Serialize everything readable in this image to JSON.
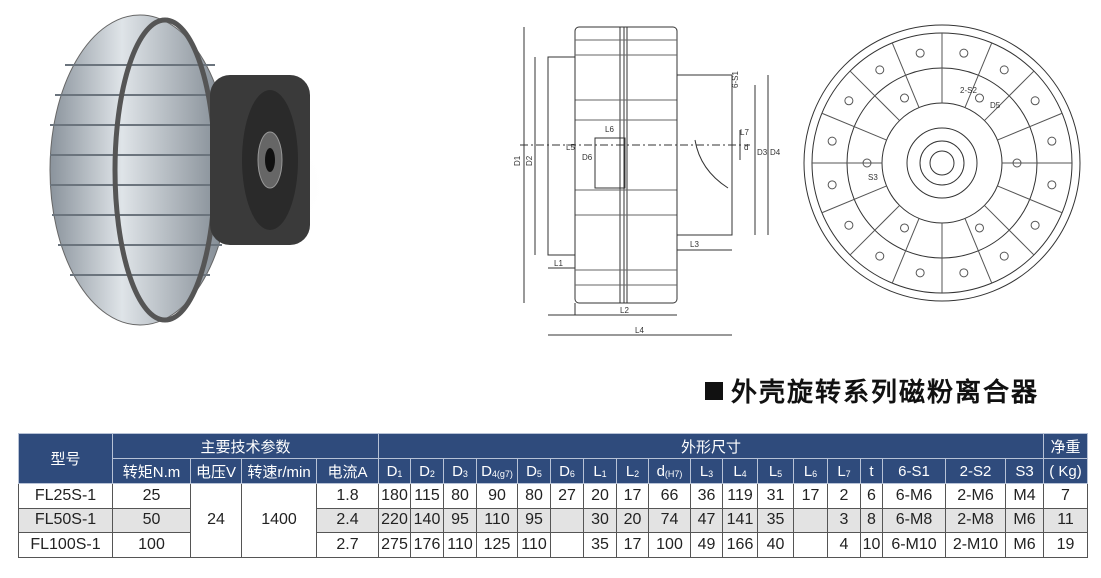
{
  "product_title": "外壳旋转系列磁粉离合器",
  "drawing_labels": {
    "side": [
      "D1",
      "D2",
      "D6",
      "L5",
      "L6",
      "L1",
      "L2",
      "L3",
      "L4",
      "L7",
      "6-S1",
      "d",
      "D3",
      "D4"
    ],
    "front": [
      "2-S2",
      "D5",
      "S3"
    ]
  },
  "table": {
    "group_headers": {
      "model": "型号",
      "tech": "主要技术参数",
      "dims": "外形尺寸",
      "weight": "净重"
    },
    "tech_columns": [
      "转矩N.m",
      "电压V",
      "转速r/min",
      "电流A"
    ],
    "dim_columns": [
      [
        "D",
        "1"
      ],
      [
        "D",
        "2"
      ],
      [
        "D",
        "3"
      ],
      [
        "D",
        "4(g7)"
      ],
      [
        "D",
        "5"
      ],
      [
        "D",
        "6"
      ],
      [
        "L",
        "1"
      ],
      [
        "L",
        "2"
      ],
      [
        "d",
        "(H7)"
      ],
      [
        "L",
        "3"
      ],
      [
        "L",
        "4"
      ],
      [
        "L",
        "5"
      ],
      [
        "L",
        "6"
      ],
      [
        "L",
        "7"
      ],
      [
        "t",
        ""
      ],
      [
        "6-S1",
        ""
      ],
      [
        "2-S2",
        ""
      ],
      [
        "S3",
        ""
      ]
    ],
    "weight_unit": "( Kg)",
    "voltage": "24",
    "speed": "1400",
    "rows": [
      {
        "model": "FL25S-1",
        "torque": "25",
        "current": "1.8",
        "dims": [
          "180",
          "115",
          "80",
          "90",
          "80",
          "27",
          "20",
          "17",
          "66",
          "36",
          "119",
          "31",
          "17",
          "2",
          "6",
          "6-M6",
          "2-M6",
          "M4"
        ],
        "weight": "7"
      },
      {
        "model": "FL50S-1",
        "torque": "50",
        "current": "2.4",
        "dims": [
          "220",
          "140",
          "95",
          "110",
          "95",
          "",
          "30",
          "20",
          "74",
          "47",
          "141",
          "35",
          "",
          "3",
          "8",
          "6-M8",
          "2-M8",
          "M6"
        ],
        "weight": "11"
      },
      {
        "model": "FL100S-1",
        "torque": "100",
        "current": "2.7",
        "dims": [
          "275",
          "176",
          "110",
          "125",
          "110",
          "",
          "35",
          "17",
          "100",
          "49",
          "166",
          "40",
          "",
          "4",
          "10",
          "6-M10",
          "2-M10",
          "M6"
        ],
        "weight": "19"
      }
    ]
  }
}
